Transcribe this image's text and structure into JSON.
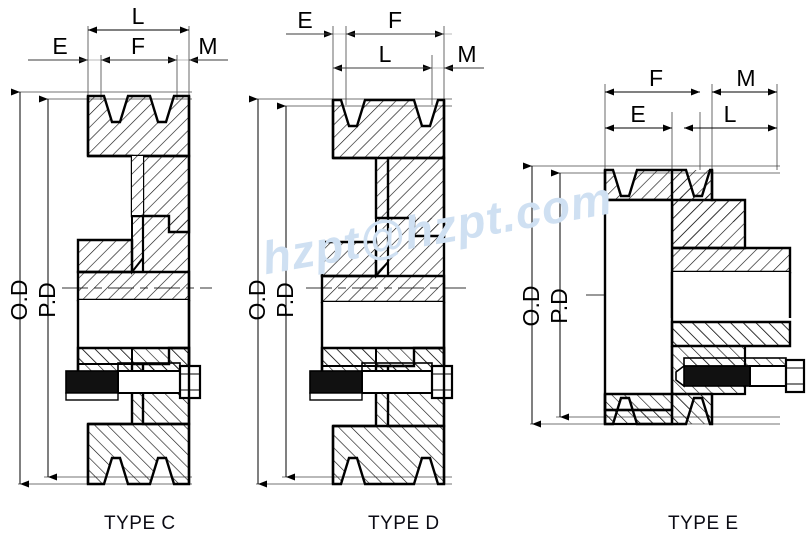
{
  "document": {
    "kind": "engineering-drawing",
    "subject": "V-belt pulley taper bush mounting cross sections",
    "background_color": "#ffffff",
    "line_color": "#000000",
    "hatch_color": "#1a1a1a"
  },
  "watermark": {
    "text": "hzpt@hzpt.com",
    "color": "#cfe0f2",
    "rotation_deg": -10,
    "style": "italic-bold"
  },
  "views": [
    {
      "id": "type-c",
      "label": "TYPE C",
      "horizontal_dimensions": [
        {
          "name": "L",
          "row": 1
        },
        {
          "name": "E",
          "row": 2
        },
        {
          "name": "F",
          "row": 2
        },
        {
          "name": "M",
          "row": 2
        }
      ],
      "vertical_dimensions": [
        {
          "name": "O.D"
        },
        {
          "name": "P.D"
        }
      ],
      "groove_count": 2,
      "features": [
        "taper-bush-bore",
        "hex-head-bolt",
        "centerline"
      ]
    },
    {
      "id": "type-d",
      "label": "TYPE D",
      "horizontal_dimensions": [
        {
          "name": "E",
          "row": 1
        },
        {
          "name": "F",
          "row": 1
        },
        {
          "name": "L",
          "row": 2
        },
        {
          "name": "M",
          "row": 2
        }
      ],
      "vertical_dimensions": [
        {
          "name": "O.D"
        },
        {
          "name": "P.D"
        }
      ],
      "groove_count": 2,
      "features": [
        "taper-bush-bore",
        "hex-head-bolt",
        "centerline"
      ]
    },
    {
      "id": "type-e",
      "label": "TYPE E",
      "horizontal_dimensions": [
        {
          "name": "F",
          "row": 1
        },
        {
          "name": "M",
          "row": 1
        },
        {
          "name": "E",
          "row": 2
        },
        {
          "name": "L",
          "row": 2
        }
      ],
      "vertical_dimensions": [
        {
          "name": "O.D"
        },
        {
          "name": "P.D"
        }
      ],
      "groove_count": 2,
      "features": [
        "stepped-hub",
        "taper-bush-bore",
        "hex-head-bolt",
        "centerline"
      ]
    }
  ],
  "dimension_letters": {
    "L": "L",
    "E": "E",
    "F": "F",
    "M": "M",
    "OD": "O.D",
    "PD": "P.D"
  }
}
